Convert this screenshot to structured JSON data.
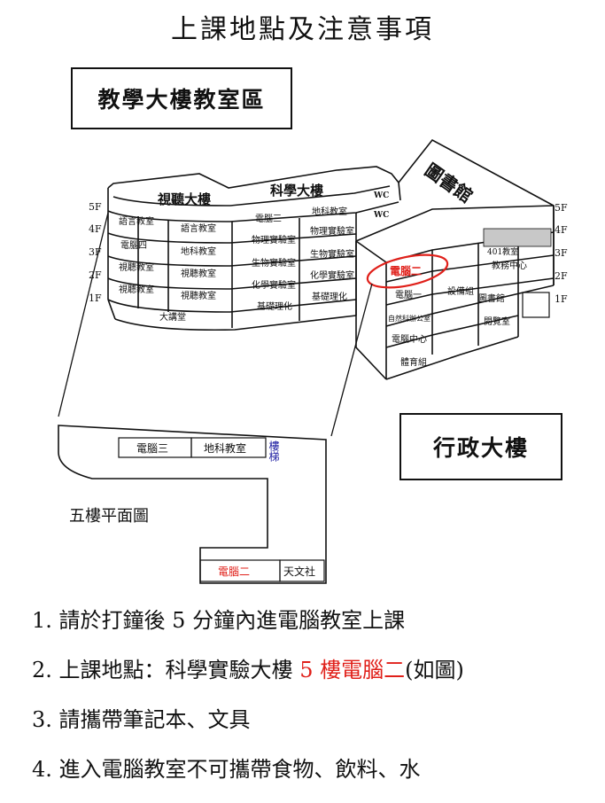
{
  "title": "上課地點及注意事項",
  "labels": {
    "teaching_area": "教學大樓教室區",
    "admin_building": "行政大樓",
    "fifth_floor_plan": "五樓平面圖"
  },
  "building": {
    "roof_left": "視聽大樓",
    "roof_mid": "科學大樓",
    "library_roof": "圖書館",
    "floors": [
      "5F",
      "4F",
      "3F",
      "2F",
      "1F"
    ],
    "wc": "WC",
    "left_wing": {
      "f4": [
        "語言教室",
        "語言教室"
      ],
      "f3": [
        "電腦四",
        "地科教室"
      ],
      "f2": [
        "視聽教室",
        "視聽教室"
      ],
      "f1": [
        "視聽教室",
        "視聽教室"
      ],
      "ground": "大講堂"
    },
    "mid_wing": {
      "f5": [
        "電腦三",
        "地科教室"
      ],
      "f4": [
        "物理實驗室",
        "物理實驗室"
      ],
      "f3": [
        "生物實驗室",
        "生物實驗室"
      ],
      "f2": [
        "化學實驗室",
        "化學實驗室"
      ],
      "f1": [
        "基礎理化",
        "基礎理化"
      ]
    },
    "admin_wing": {
      "computer2": "電腦二",
      "computer1": "電腦一",
      "nature_office": "自然科辦公室",
      "computer_center": "電腦中心",
      "pe_group": "體育組",
      "room401": "401教室",
      "academic_center": "教務中心",
      "equipment_group": "設備組",
      "library": "圖書館",
      "reading_room": "閱覽室"
    }
  },
  "floorplan": {
    "room_a": "電腦三",
    "room_b": "地科教室",
    "stairs": "樓梯",
    "room_c": "電腦二",
    "room_d": "天文社"
  },
  "notes": [
    {
      "num": "1.",
      "text": "請於打鐘後 5 分鐘內進電腦教室上課",
      "highlight": "",
      "tail": ""
    },
    {
      "num": "2.",
      "text": "上課地點：科學實驗大樓 ",
      "highlight": "5 樓電腦二",
      "tail": "(如圖)"
    },
    {
      "num": "3.",
      "text": "請攜帶筆記本、文具",
      "highlight": "",
      "tail": ""
    },
    {
      "num": "4.",
      "text": "進入電腦教室不可攜帶食物、飲料、水",
      "highlight": "",
      "tail": ""
    }
  ],
  "colors": {
    "highlight": "#e0201a",
    "stairs": "#1a1aa0"
  }
}
